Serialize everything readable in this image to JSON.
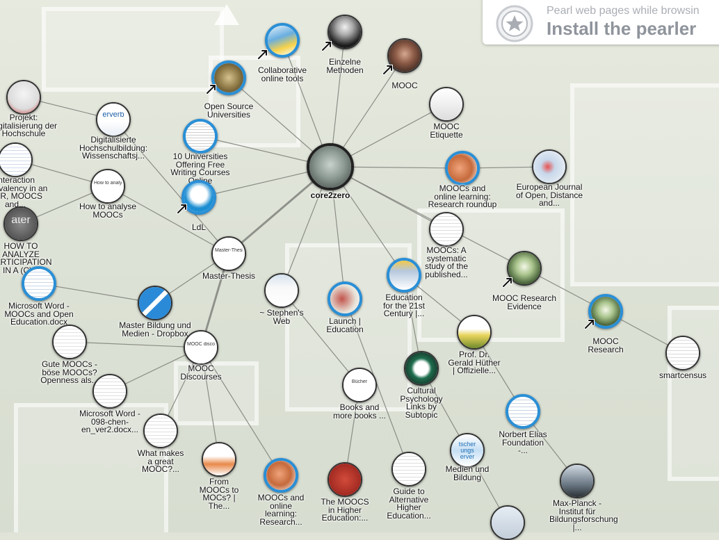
{
  "banner": {
    "line1": "Pearl web pages while browsin",
    "line2": "Install the pearler"
  },
  "colors": {
    "pearled_ring": "#2a8fd6",
    "node_ring": "#333333",
    "edge": "#8a8d86"
  },
  "nodes": [
    {
      "id": "core2zero",
      "label": "core2zero",
      "center": true
    },
    {
      "id": "collab",
      "label": "Collaborative online tools",
      "pearled": true
    },
    {
      "id": "einzelne",
      "label": "Einzelne Methoden",
      "pearled": false
    },
    {
      "id": "mooc",
      "label": "MOOC",
      "pearled": false
    },
    {
      "id": "opensource",
      "label": "Open Source Universities",
      "pearled": true
    },
    {
      "id": "moocetiquette",
      "label": "MOOC Etiquette",
      "pearled": false
    },
    {
      "id": "tenuni",
      "label": "10 Universities Offering Free Writing Courses Online",
      "pearled": true,
      "thumb_text": ""
    },
    {
      "id": "moocsonline",
      "label": "MOOCs and online learning: Research roundup",
      "pearled": true
    },
    {
      "id": "european",
      "label": "European Journal of Open, Distance and...",
      "pearled": false
    },
    {
      "id": "ldl",
      "label": "LdL",
      "pearled": true
    },
    {
      "id": "projekt",
      "label": "Projekt: Digitalisierung der Hochschule",
      "pearled": false
    },
    {
      "id": "digitalisierte",
      "label": "Digitalisierte Hochschulbildung: Wissenschaftsj...",
      "pearled": false,
      "thumb_text": "erverb"
    },
    {
      "id": "interaction",
      "label": "Interaction equivalency in an OER, MOOCS and...",
      "pearled": false
    },
    {
      "id": "howto",
      "label": "How to analyse MOOCs",
      "pearled": false,
      "thumb_text": "How to analyse MOOCs"
    },
    {
      "id": "howtoanalyze",
      "label": "HOW TO ANALYZE PARTICIPATION IN A (C)...",
      "pearled": false,
      "thumb_text": "ater"
    },
    {
      "id": "masterthesis",
      "label": "Master-Thesis",
      "pearled": false,
      "thumb_text": "Master-Thesis"
    },
    {
      "id": "moocsystematic",
      "label": "MOOCs: A systematic study of the published...",
      "pearled": false
    },
    {
      "id": "moocresearchev",
      "label": "MOOC Research Evidence",
      "pearled": false
    },
    {
      "id": "msword",
      "label": "Microsoft Word - MOOCs and Open Education.docx",
      "pearled": true
    },
    {
      "id": "stephen",
      "label": "~ Stephen's Web",
      "pearled": false
    },
    {
      "id": "launch",
      "label": "Launch | Education",
      "pearled": true
    },
    {
      "id": "edu21",
      "label": "Education for the 21st Century |...",
      "pearled": true
    },
    {
      "id": "moocresearch",
      "label": "MOOC Research",
      "pearled": true
    },
    {
      "id": "masterbildung",
      "label": "Master Bildung und Medien - Dropbox",
      "pearled": false
    },
    {
      "id": "profdr",
      "label": "Prof. Dr. Gerald Hüther | Offizielle...",
      "pearled": false
    },
    {
      "id": "smartcensus",
      "label": "smartcensus",
      "pearled": false
    },
    {
      "id": "gutemoocs",
      "label": "Gute MOOCs - böse MOOCs? Openness als...",
      "pearled": false
    },
    {
      "id": "moocdiscourses",
      "label": "MOOC Discourses",
      "pearled": false,
      "thumb_text": "MOOC discourses"
    },
    {
      "id": "cultural",
      "label": "Cultural Psychology Links by Subtopic",
      "pearled": false
    },
    {
      "id": "msword098",
      "label": "Microsoft Word - 098-chen-en_ver2.docx...",
      "pearled": false
    },
    {
      "id": "books",
      "label": "Books and more books ...",
      "pearled": false,
      "thumb_text": "Bücher"
    },
    {
      "id": "norbert",
      "label": "Norbert Elias Foundation -...",
      "pearled": true
    },
    {
      "id": "whatmakes",
      "label": "What makes a great MOOC?...",
      "pearled": false
    },
    {
      "id": "frommoocs",
      "label": "From MOOCs to MOCs? | The...",
      "pearled": false
    },
    {
      "id": "moocsonline2",
      "label": "MOOCs and online learning: Research...",
      "pearled": true
    },
    {
      "id": "mediennode",
      "label": "Medien und Bildung",
      "pearled": false,
      "thumb_text": "tscher ungs erver"
    },
    {
      "id": "themoocs",
      "label": "The MOOCS in Higher Education:...",
      "pearled": false
    },
    {
      "id": "guide",
      "label": "Guide to Alternative Higher Education...",
      "pearled": false
    },
    {
      "id": "maxplanck",
      "label": "Max-Planck -Institut für Bildungsforschung |...",
      "pearled": false
    },
    {
      "id": "bottomnode",
      "label": "",
      "pearled": false
    }
  ]
}
